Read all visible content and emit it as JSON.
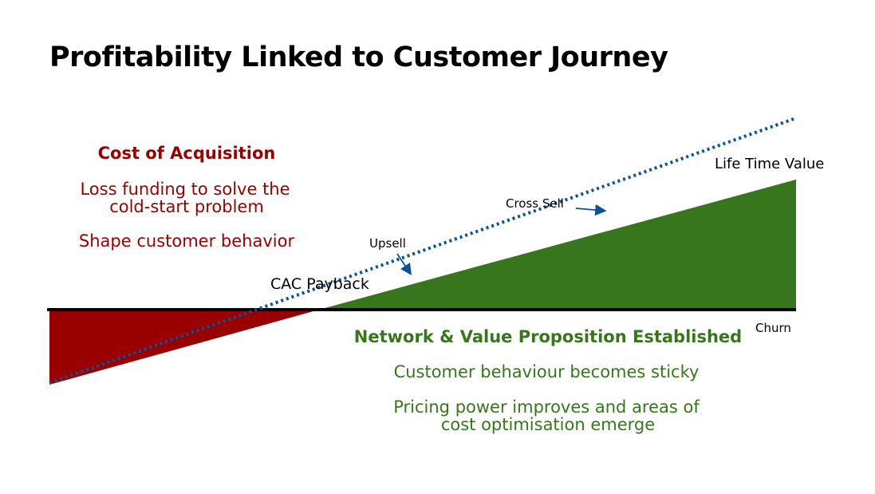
{
  "title": "Profitability Linked to Customer Journey",
  "left_block": {
    "heading": "Cost of Acquisition",
    "line1": "Loss funding to solve the",
    "line2": "cold-start problem",
    "line3": "Shape customer behavior"
  },
  "right_block": {
    "heading": "Network & Value Proposition Established",
    "line1": "Customer behaviour becomes sticky",
    "line2": "Pricing power improves and areas of",
    "line3": "cost optimisation emerge"
  },
  "labels": {
    "cac_payback": "CAC Payback",
    "upsell": "Upsell",
    "cross_sell": "Cross Sell",
    "ltv": "Life Time Value",
    "churn": "Churn"
  },
  "colors": {
    "loss": "#990000",
    "profit": "#38761d",
    "ltv_line": "#0b5394",
    "axis": "#000000"
  }
}
